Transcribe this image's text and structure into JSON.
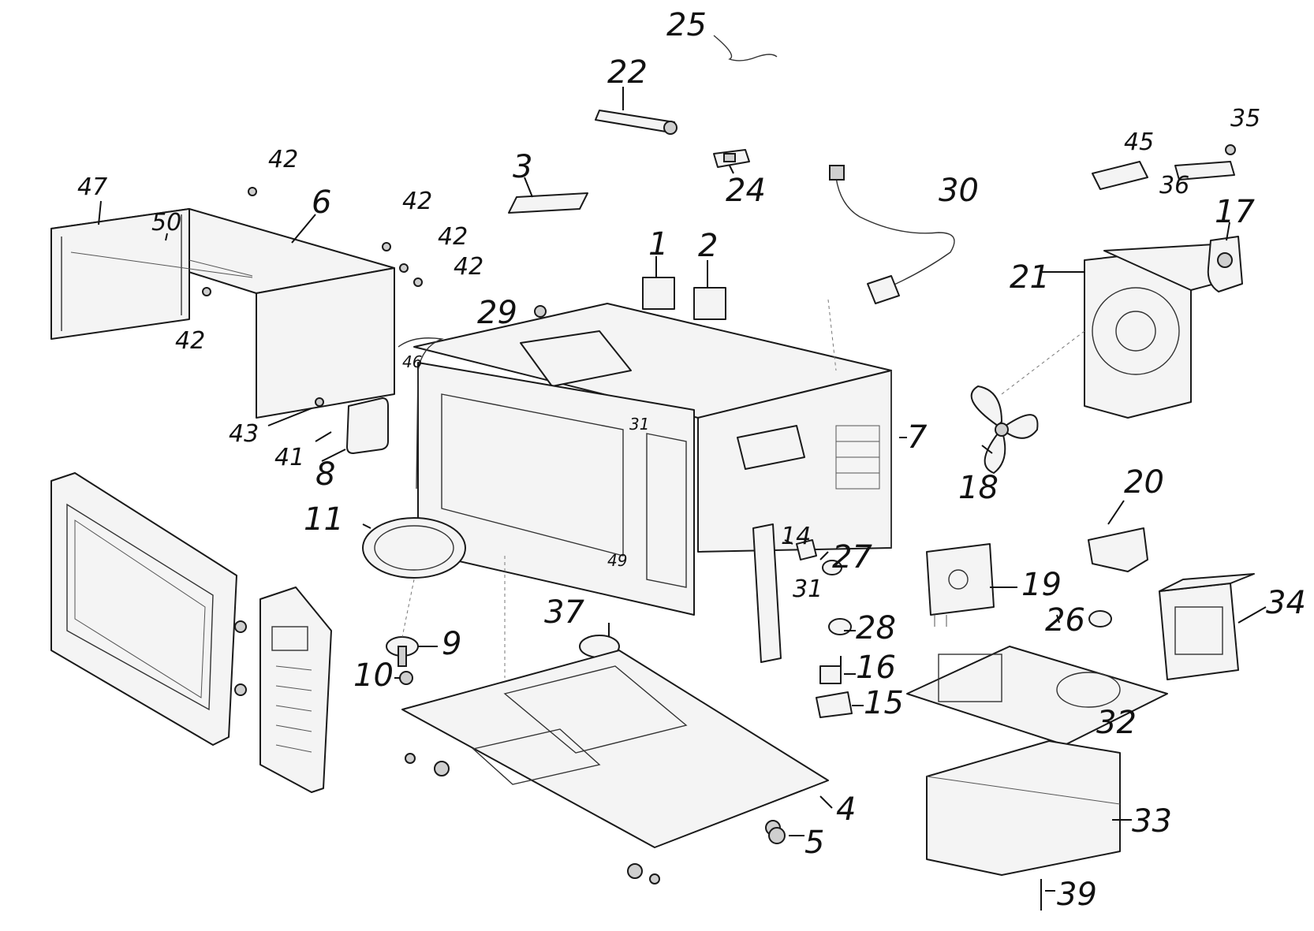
{
  "callouts": {
    "c1": "1",
    "c2": "2",
    "c3": "3",
    "c4": "4",
    "c5": "5",
    "c6": "6",
    "c7": "7",
    "c8": "8",
    "c9": "9",
    "c10": "10",
    "c11": "11",
    "c14": "14",
    "c15": "15",
    "c16": "16",
    "c17": "17",
    "c18": "18",
    "c19": "19",
    "c20": "20",
    "c21": "21",
    "c22": "22",
    "c24": "24",
    "c25": "25",
    "c26": "26",
    "c27": "27",
    "c28": "28",
    "c29": "29",
    "c30": "30",
    "c31a": "31",
    "c31b": "31",
    "c32": "32",
    "c33": "33",
    "c34": "34",
    "c35": "35",
    "c36": "36",
    "c37": "37",
    "c39": "39",
    "c41": "41",
    "c42a": "42",
    "c42b": "42",
    "c42c": "42",
    "c42d": "42",
    "c42e": "42",
    "c43": "43",
    "c45": "45",
    "c46": "46",
    "c47": "47",
    "c49": "49",
    "c50": "50"
  }
}
